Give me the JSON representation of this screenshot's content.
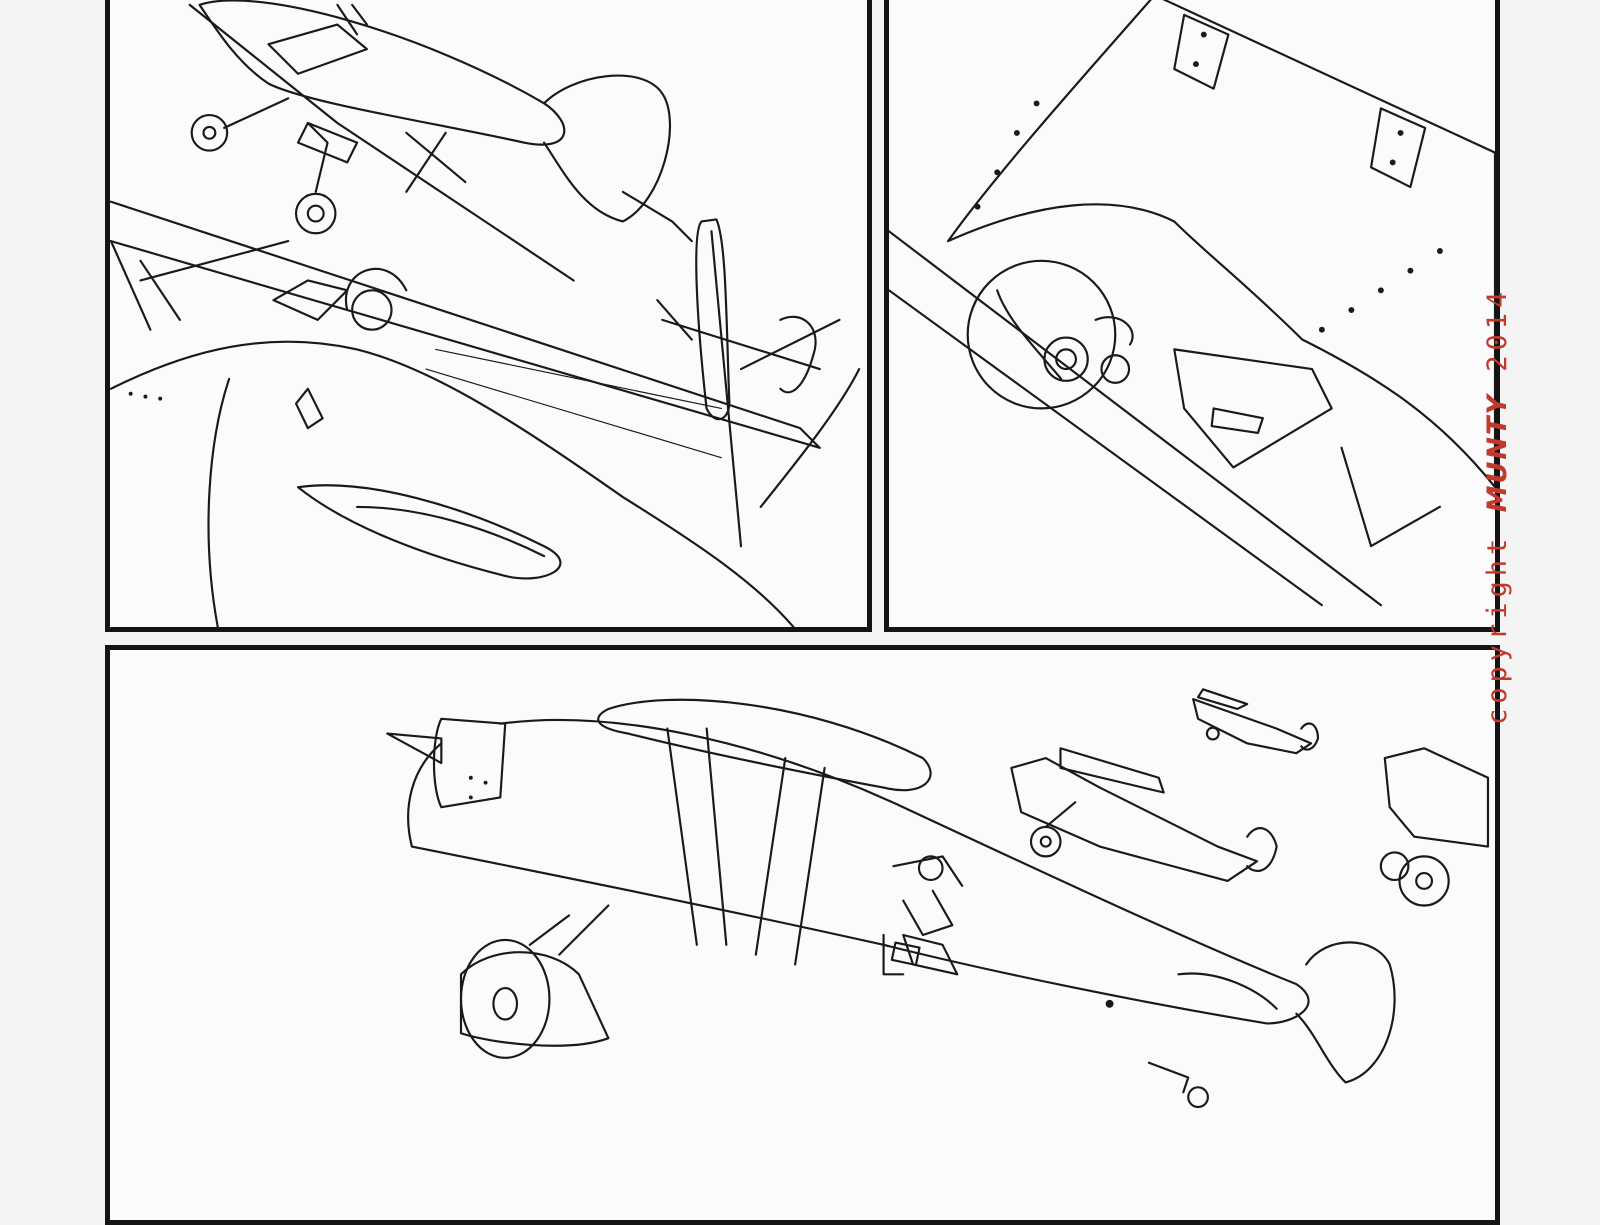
{
  "watermark": {
    "word": "copyright",
    "signature": "MUNTY",
    "year": "2014",
    "color": "#c0392b"
  },
  "colors": {
    "ink": "#1a1a1a",
    "paper": "#fbfbfb",
    "background": "#f4f4f4"
  },
  "panels": [
    {
      "id": "panel-1",
      "scene": "biplanes-in-flight-close-up"
    },
    {
      "id": "panel-2",
      "scene": "pilot-in-cockpit-upside-down"
    },
    {
      "id": "panel-3",
      "scene": "biplane-squadron-formation"
    }
  ]
}
